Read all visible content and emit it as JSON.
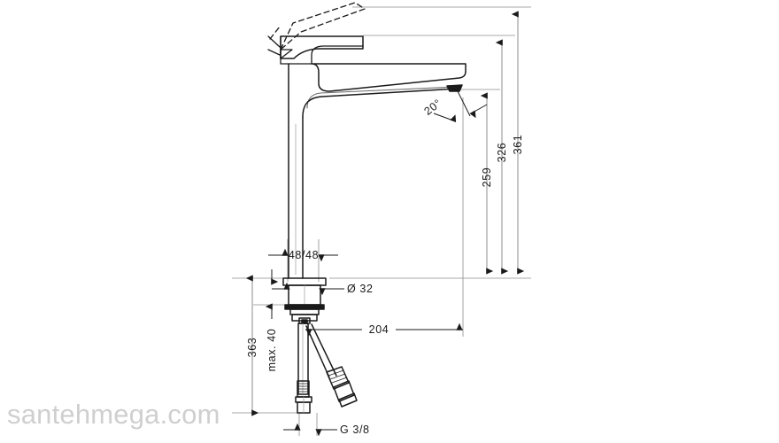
{
  "drawing": {
    "title": "Hansgrohe Metropol single lever basin mixer 260 technical dimension drawing",
    "type": "technical-dimension-drawing",
    "units": "mm",
    "background_color": "#ffffff",
    "line_color": "#1a1a1a",
    "dim_line_color": "#808080",
    "watermark_color": "#cfcfcf"
  },
  "watermark": {
    "text": "santehmega.com"
  },
  "dimensions": {
    "height_total": "361",
    "height_spout_top": "326",
    "height_spout_outlet": "259",
    "height_below_deck": "363",
    "deck_thickness": "max. 40",
    "body_width": "48/48",
    "hole_diameter": "Ø 32",
    "spout_reach": "204",
    "thread": "G 3/8",
    "spout_angle": "20°"
  },
  "labels": [
    {
      "id": "dim-361",
      "text": "361",
      "orientation": "vertical"
    },
    {
      "id": "dim-326",
      "text": "326",
      "orientation": "vertical"
    },
    {
      "id": "dim-259",
      "text": "259",
      "orientation": "vertical"
    },
    {
      "id": "dim-363",
      "text": "363",
      "orientation": "vertical"
    },
    {
      "id": "dim-max40",
      "text": "max. 40",
      "orientation": "vertical"
    },
    {
      "id": "dim-4848",
      "text": "48/48",
      "orientation": "horizontal"
    },
    {
      "id": "dim-d32",
      "text": "Ø 32",
      "orientation": "horizontal"
    },
    {
      "id": "dim-204",
      "text": "204",
      "orientation": "horizontal"
    },
    {
      "id": "dim-g38",
      "text": "G 3/8",
      "orientation": "horizontal"
    },
    {
      "id": "dim-angle",
      "text": "20°",
      "orientation": "rotated"
    }
  ],
  "product": {
    "description": "Tall single-lever washbasin mixer shown in side elevation with lever handle, dashed open-position outline, column body, deck mounting collar, flexible supply hoses and threaded connector."
  }
}
